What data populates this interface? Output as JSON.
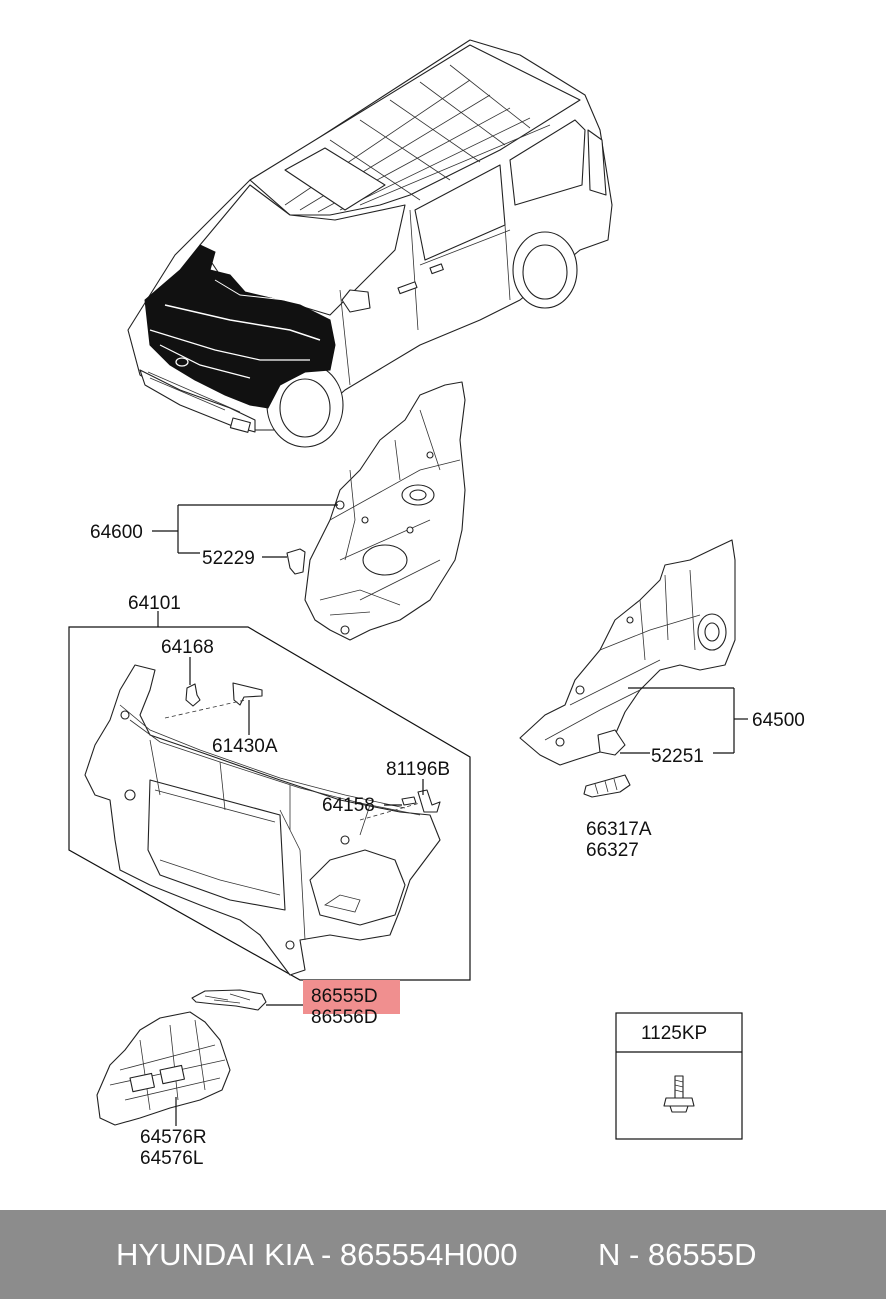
{
  "labels": {
    "l64600": "64600",
    "l52229": "52229",
    "l64101": "64101",
    "l64168": "64168",
    "l61430a": "61430A",
    "l81196b": "81196B",
    "l64158": "64158",
    "l64500": "64500",
    "l52251": "52251",
    "l66317a": "66317A",
    "l66327": "66327",
    "l86555d": "86555D",
    "l86556d": "86556D",
    "l64576r": "64576R",
    "l64576l": "64576L",
    "l1125kp": "1125KP"
  },
  "highlight_color": "#f08f8f",
  "footer": {
    "left": "HYUNDAI KIA - 865554H000",
    "right": "N - 86555D"
  }
}
